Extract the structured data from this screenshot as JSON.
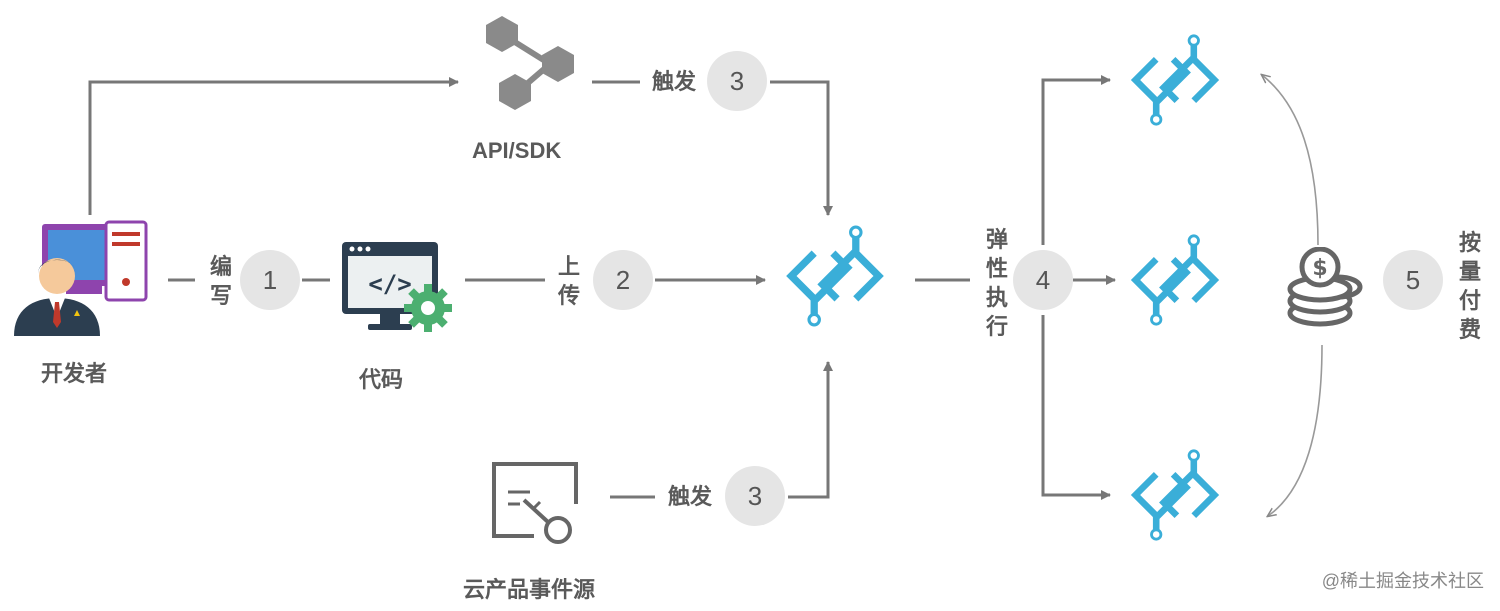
{
  "nodes": {
    "developer": "开发者",
    "code": "代码",
    "api_sdk": "API/SDK",
    "cloud_event_source": "云产品事件源"
  },
  "steps": {
    "write": {
      "number": "1",
      "label": "编\n写"
    },
    "upload": {
      "number": "2",
      "label": "上\n传"
    },
    "trigger_api": {
      "number": "3",
      "label": "触发"
    },
    "trigger_event": {
      "number": "3",
      "label": "触发"
    },
    "elastic_exec": {
      "number": "4",
      "label": "弹\n性\n执\n行"
    },
    "pay_per_use": {
      "number": "5",
      "label": "按\n量\n付\n费"
    }
  },
  "colors": {
    "function_icon": "#3aaed8",
    "arrow": "#777777",
    "circle": "#e5e5e5",
    "gear": "#4caf70",
    "monitor_frame": "#2c3e50",
    "screen": "#4a90d9",
    "purple_frame": "#8e44ad"
  },
  "watermark": "@稀土掘金技术社区"
}
